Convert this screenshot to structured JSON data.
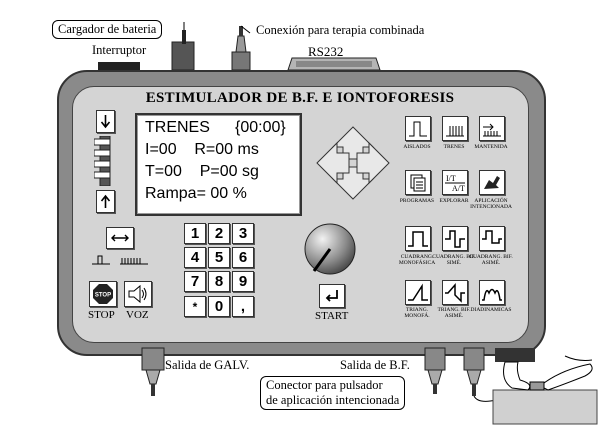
{
  "callouts": {
    "charger": "Cargador de bateria",
    "switch": "Interruptor",
    "combined": "Conexión para terapia combinada",
    "rs232": "RS232",
    "galv_out": "Salida de GALV.",
    "bf_out": "Salida de B.F.",
    "connector_line1": "Conector para pulsador",
    "connector_line2": "de aplicación intencionada"
  },
  "panel": {
    "title": "ESTIMULADOR DE B.F.  E  IONTOFORESIS"
  },
  "lcd": {
    "line1_left": "TRENES",
    "line1_right": "{00:00}",
    "line2": "I=00    R=00 ms",
    "line3": "T=00    P=00 sg",
    "line4": "Rampa= 00 %"
  },
  "keypad": [
    "1",
    "2",
    "3",
    "4",
    "5",
    "6",
    "7",
    "8",
    "9",
    "*",
    "0",
    ","
  ],
  "controls": {
    "stop_label": "STOP",
    "stop_icon_text": "STOP",
    "voz_label": "VOZ",
    "start_label": "START"
  },
  "mode_buttons": [
    {
      "label": "AISLADOS"
    },
    {
      "label": "TRENES"
    },
    {
      "label": "MANTENIDA"
    },
    {
      "label": "PROGRAMAS"
    },
    {
      "label": "EXPLORAR"
    },
    {
      "label": "APLICACIÓN INTENCIONADA"
    },
    {
      "label": "CUADRANG. MONOFÁSICA"
    },
    {
      "label": "CUADRANG. BIF. SIMÉ."
    },
    {
      "label": "CUADRANG. BIF. ASIMÉ."
    },
    {
      "label": "TRIANG. MONOFÁ."
    },
    {
      "label": "TRIANG. BIF. ASIMÉ."
    },
    {
      "label": "DIADINAMICAS"
    }
  ],
  "explore_icon_text": "I/T\nA/T"
}
